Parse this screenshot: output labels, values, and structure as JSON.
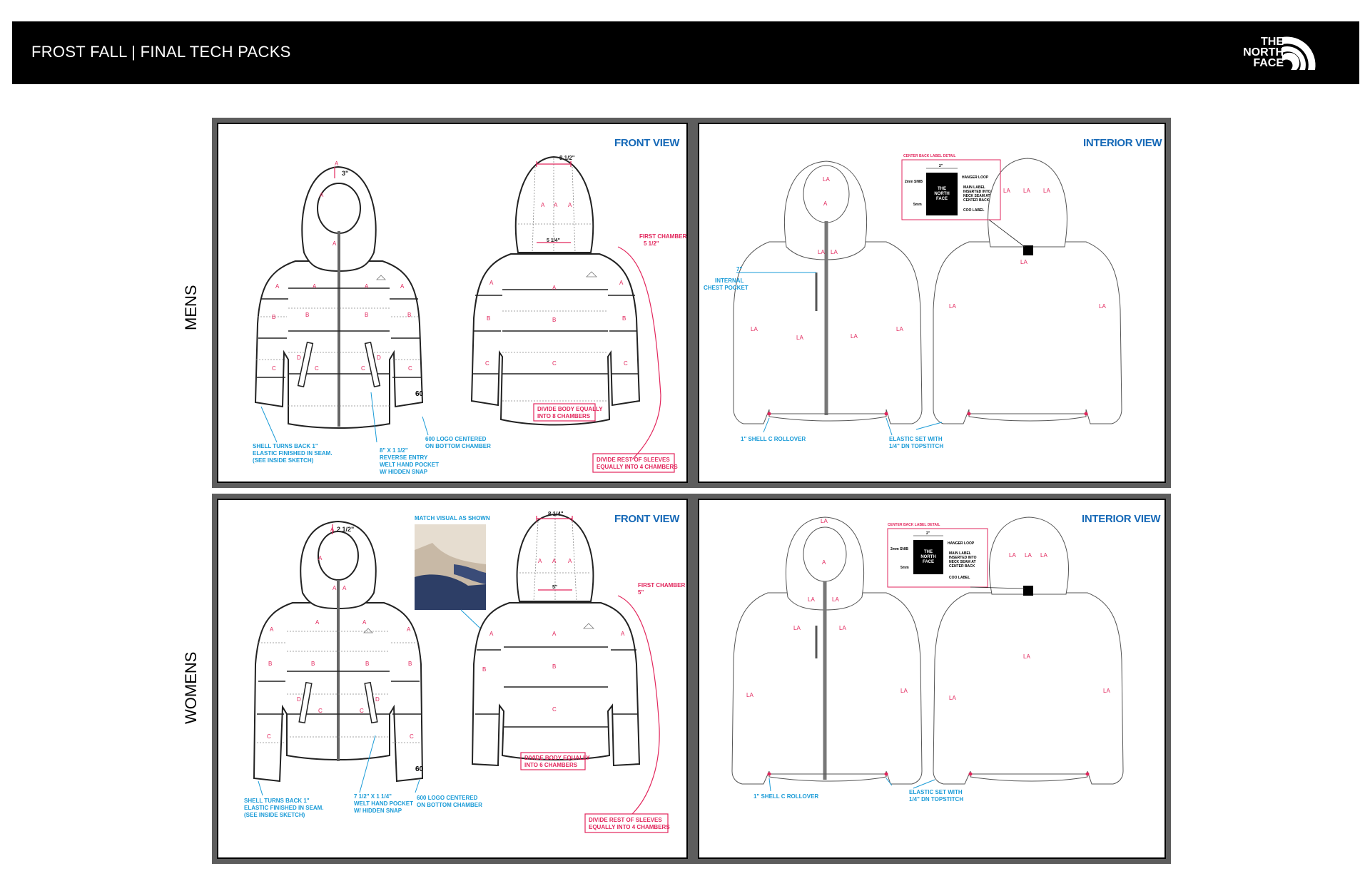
{
  "header": {
    "title": "FROST FALL | FINAL TECH PACKS",
    "logo_line1": "THE",
    "logo_line2": "NORTH",
    "logo_line3": "FACE"
  },
  "rows": {
    "mens": "MENS",
    "womens": "WOMENS"
  },
  "mens_front": {
    "title": "FRONT VIEW",
    "hood_measure": "3\"",
    "neck_measure": "8 1/2\"",
    "hood_bottom_measure": "5 1/4\"",
    "first_chamber_line1": "FIRST CHAMBER",
    "first_chamber_line2": "5 1/2\"",
    "divide_body_line1": "DIVIDE BODY EQUALLY",
    "divide_body_line2": "INTO 8 CHAMBERS",
    "divide_sleeves_line1": "DIVIDE REST OF SLEEVES",
    "divide_sleeves_line2": "EQUALLY INTO 4 CHAMBERS",
    "shell_line1": "SHELL TURNS BACK 1\"",
    "shell_line2": "ELASTIC FINISHED IN SEAM.",
    "shell_line3": "(SEE INSIDE SKETCH)",
    "pocket_line1": "8\" X 1 1/2\"",
    "pocket_line2": "REVERSE ENTRY",
    "pocket_line3": "WELT HAND POCKET",
    "pocket_line4": "W/ HIDDEN SNAP",
    "logo600_line1": "600 LOGO CENTERED",
    "logo600_line2": "ON BOTTOM CHAMBER",
    "cuff_logo": "60",
    "zone_a": "A",
    "zone_b": "B",
    "zone_c": "C",
    "zone_d": "D"
  },
  "mens_interior": {
    "title": "INTERIOR VIEW",
    "label_detail": "CENTER BACK LABEL DETAIL",
    "label_width": "2\"",
    "label_snib": "2mm SNIB",
    "hanger_loop": "HANGER LOOP",
    "main_label_line1": "MAIN LABEL",
    "main_label_line2": "INSERTED INTO",
    "main_label_line3": "NECK SEAM AT",
    "main_label_line4": "CENTER BACK",
    "label_5mm": "5mm",
    "coo_label": "COO LABEL",
    "chest_measure": "7\"",
    "chest_line1": "INTERNAL",
    "chest_line2": "CHEST POCKET",
    "rollover": "1\" SHELL C ROLLOVER",
    "elastic_line1": "ELASTIC SET WITH",
    "elastic_line2": "1/4\" DN TOPSTITCH",
    "lining": "LA",
    "lining_a": "A"
  },
  "womens_front": {
    "title": "FRONT VIEW",
    "hood_measure": "2 1/2\"",
    "neck_measure": "8 1/4\"",
    "hood_bottom_measure": "5\"",
    "match_visual": "MATCH VISUAL AS SHOWN",
    "first_chamber_line1": "FIRST CHAMBER",
    "first_chamber_line2": "5\"",
    "divide_body_line1": "DIVIDE BODY EQUALLY",
    "divide_body_line2": "INTO 6 CHAMBERS",
    "divide_sleeves_line1": "DIVIDE REST OF SLEEVES",
    "divide_sleeves_line2": "EQUALLY INTO 4 CHAMBERS",
    "shell_line1": "SHELL TURNS BACK 1\"",
    "shell_line2": "ELASTIC FINISHED IN SEAM.",
    "shell_line3": "(SEE INSIDE SKETCH)",
    "pocket_line1": "7 1/2\" X 1 1/4\"",
    "pocket_line2": "WELT HAND POCKET",
    "pocket_line3": "W/ HIDDEN SNAP",
    "logo600_line1": "600 LOGO CENTERED",
    "logo600_line2": "ON BOTTOM CHAMBER",
    "cuff_logo": "60",
    "zone_a": "A",
    "zone_b": "B",
    "zone_c": "C",
    "zone_d": "D"
  },
  "womens_interior": {
    "title": "INTERIOR VIEW",
    "label_detail": "CENTER BACK LABEL DETAIL",
    "label_width": "2\"",
    "label_snib": "2mm SNIB",
    "hanger_loop": "HANGER LOOP",
    "main_label_line1": "MAIN LABEL",
    "main_label_line2": "INSERTED INTO",
    "main_label_line3": "NECK SEAM AT",
    "main_label_line4": "CENTER BACK",
    "label_5mm": "5mm",
    "coo_label": "COO LABEL",
    "rollover": "1\" SHELL C ROLLOVER",
    "elastic_line1": "ELASTIC SET WITH",
    "elastic_line2": "1/4\" DN TOPSTITCH",
    "lining": "LA",
    "lining_a": "A"
  },
  "colors": {
    "header_bg": "#000000",
    "title_blue": "#1669b7",
    "callout_blue": "#1a9bd7",
    "callout_pink": "#e2265c",
    "panel_frame": "#5d5d5d"
  }
}
